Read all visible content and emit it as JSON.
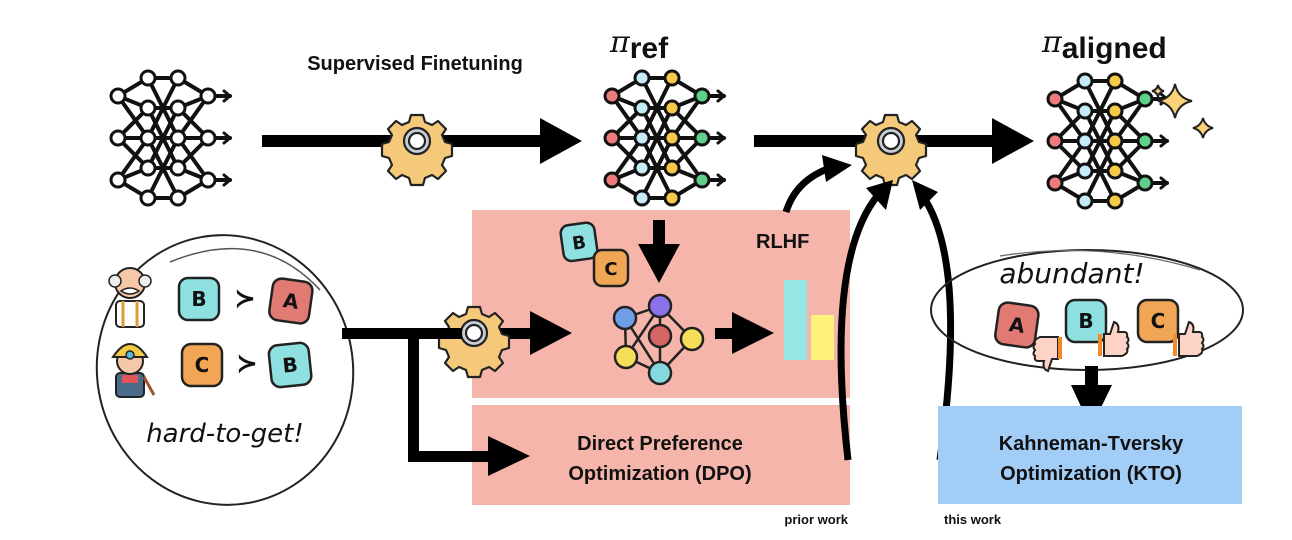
{
  "labels": {
    "sft": "Supervised Finetuning",
    "pi_symbol": "π",
    "ref_sub": "ref",
    "aligned_sub": "aligned",
    "rlhf": "RLHF",
    "dpo_line1": "Direct Preference",
    "dpo_line2": "Optimization (DPO)",
    "kto_line1": "Kahneman-Tversky",
    "kto_line2": "Optimization (KTO)",
    "prior_work": "prior work",
    "this_work": "this work",
    "hard_to_get": "hard-to-get!",
    "abundant": "abundant!"
  },
  "preferences": [
    {
      "annotator": "old-man",
      "preferred": "B",
      "rejected": "A",
      "operator": "≻"
    },
    {
      "annotator": "miner",
      "preferred": "C",
      "rejected": "B",
      "operator": "≻"
    }
  ],
  "rlhf_pair": [
    "B",
    "C"
  ],
  "binary_feedback": [
    {
      "item": "A",
      "signal": "thumbs-down"
    },
    {
      "item": "B",
      "signal": "thumbs-up"
    },
    {
      "item": "C",
      "signal": "thumbs-up"
    }
  ],
  "colors": {
    "tile_A": "#e07a73",
    "tile_B": "#8fe0e0",
    "tile_C": "#f0a654",
    "gear": "#f5c97a",
    "prior_box": "#f6b5aa",
    "this_box": "#a2cdf6",
    "bar_tall": "#96e6e6",
    "bar_short": "#fff27a"
  }
}
